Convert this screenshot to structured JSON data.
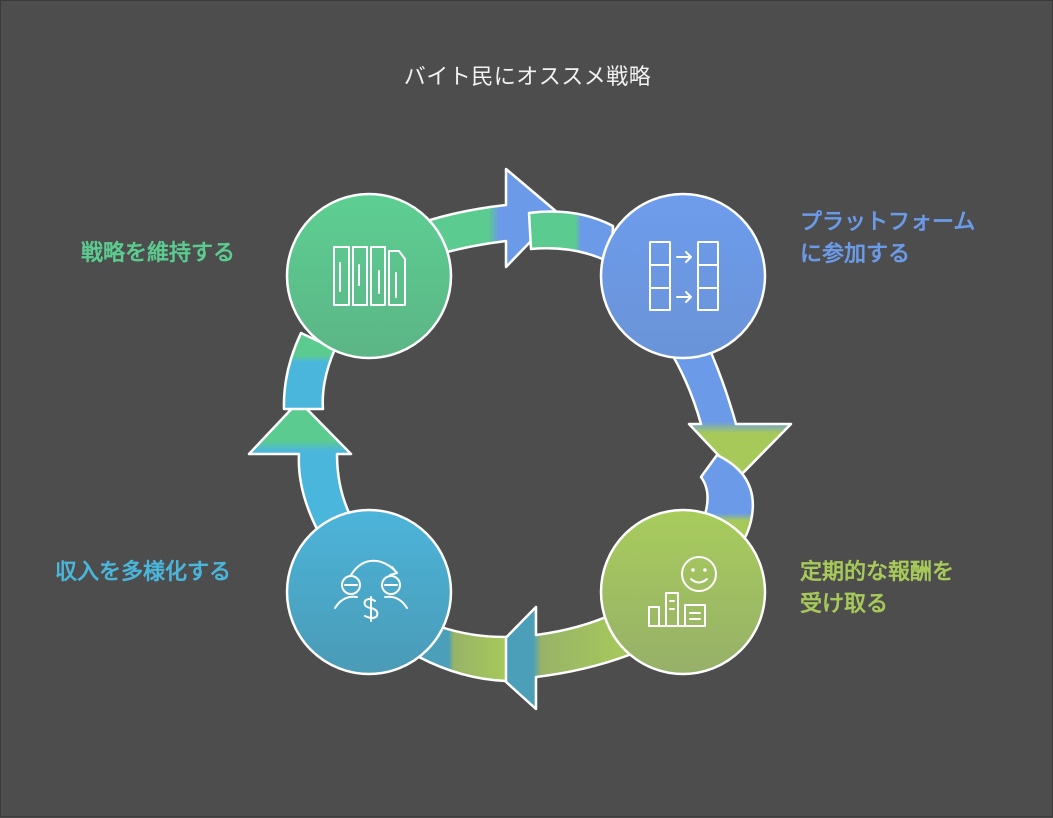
{
  "title": "バイト民にオススメ戦略",
  "steps": [
    {
      "label": "戦略を維持する",
      "color": "#5ccb8f",
      "icon": "pillars-icon"
    },
    {
      "label": "プラットフォーム\nに参加する",
      "color": "#6b9ae8",
      "icon": "grid-transfer-icon"
    },
    {
      "label": "定期的な報酬を\n受け取る",
      "color": "#a6c95a",
      "icon": "smiley-bar-chart-icon"
    },
    {
      "label": "収入を多様化する",
      "color": "#4bb6dc",
      "icon": "people-exchange-dollar-icon"
    }
  ]
}
